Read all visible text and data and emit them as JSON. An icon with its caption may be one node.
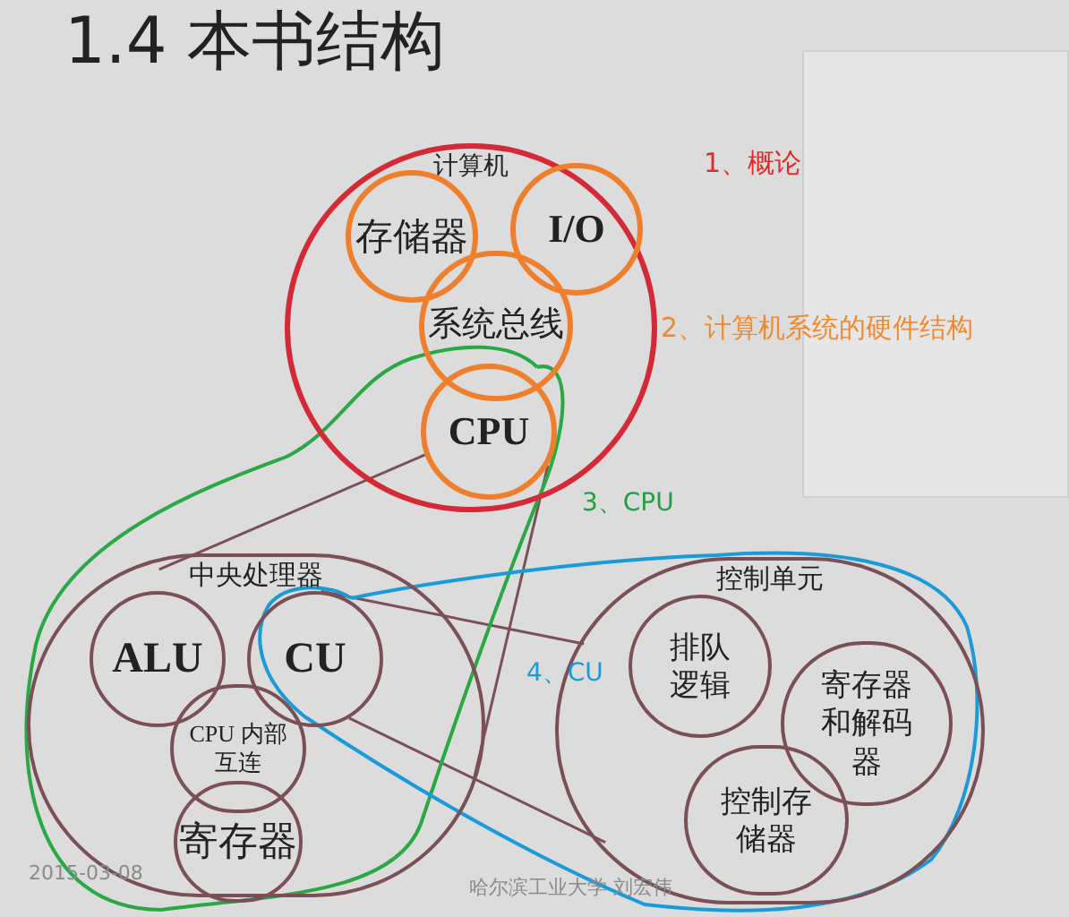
{
  "diagram": {
    "title": "1.4 本书结构",
    "nodes": [
      {
        "text": [
          "计算机"
        ]
      },
      {
        "text": [
          "存储器"
        ],
        "in": 0
      },
      {
        "text": [
          "I/O"
        ],
        "in": 0
      },
      {
        "text": [
          "系统总线"
        ],
        "in": 0
      },
      {
        "text": [
          "CPU"
        ],
        "in": 0
      },
      {
        "text": [
          "中央处理器"
        ]
      },
      {
        "text": [
          "ALU"
        ],
        "in": 5
      },
      {
        "text": [
          "CU"
        ],
        "in": 5
      },
      {
        "text": [
          "CPU 内部互连"
        ],
        "in": 5
      },
      {
        "text": [
          "寄存器"
        ],
        "in": 5
      },
      {
        "text": [
          "控制单元"
        ]
      },
      {
        "text": [
          "排队逻辑"
        ],
        "in": 10
      },
      {
        "text": [
          "寄存器和解码器"
        ],
        "in": 10
      },
      {
        "text": [
          "控制存储器"
        ],
        "in": 10
      }
    ],
    "edges": [
      {
        "from": 4,
        "to": 5,
        "arrow": "none"
      },
      {
        "from": 4,
        "to": 5,
        "arrow": "none"
      },
      {
        "from": 7,
        "to": 10,
        "arrow": "none"
      },
      {
        "from": 7,
        "to": 10,
        "arrow": "none"
      }
    ],
    "labels": [
      "1、概论",
      "2、计算机系统的硬件结构",
      "3、CPU",
      "4、CU",
      "2015-03-08",
      "哈尔滨工业大学 刘宏伟"
    ]
  }
}
